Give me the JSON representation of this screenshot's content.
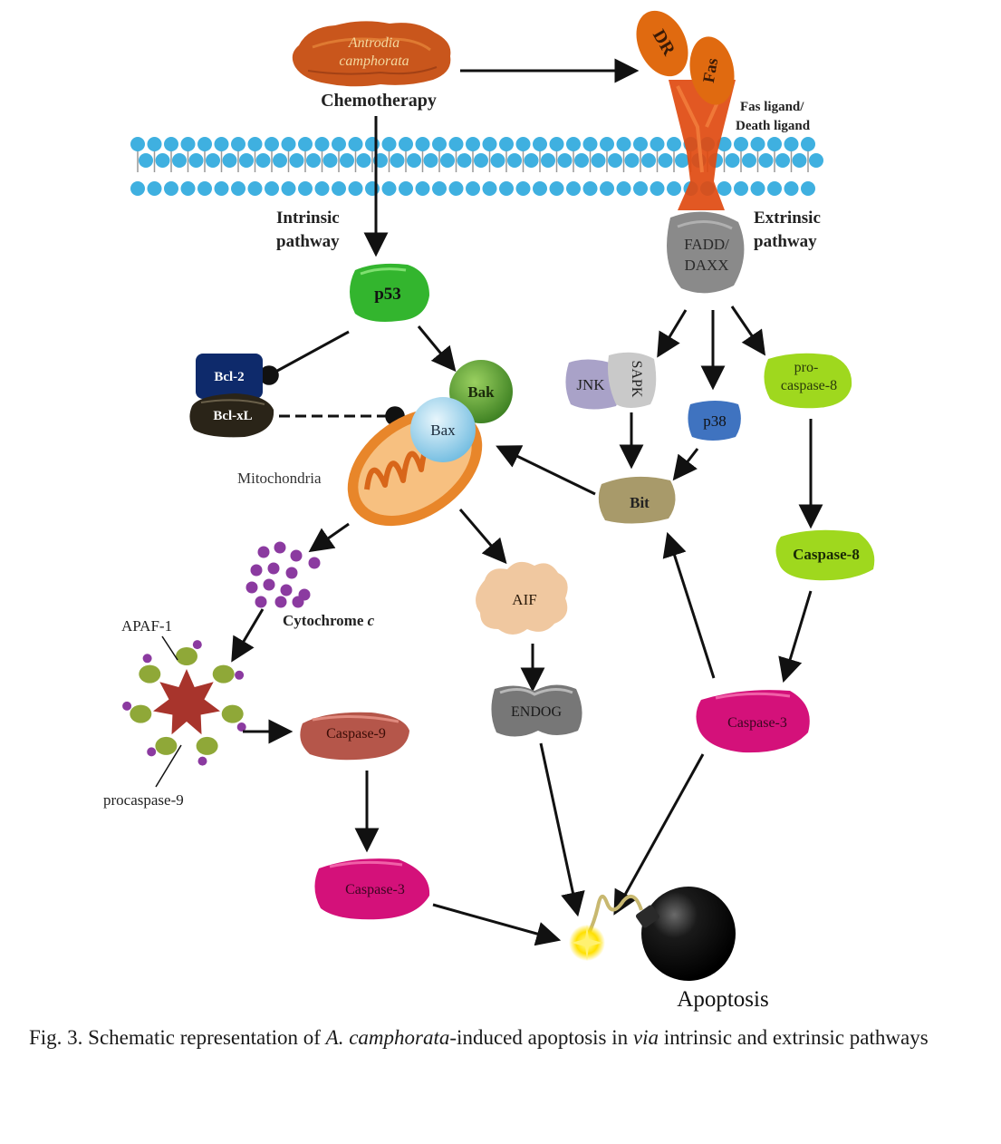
{
  "labels": {
    "antrodia_line1": "Antrodia",
    "antrodia_line2": "camphorata",
    "chemotherapy": "Chemotherapy",
    "dr": "DR",
    "fas": "Fas",
    "fas_ligand_line1": "Fas ligand/",
    "fas_ligand_line2": "Death ligand",
    "intrinsic_line1": "Intrinsic",
    "intrinsic_line2": "pathway",
    "extrinsic_line1": "Extrinsic",
    "extrinsic_line2": "pathway",
    "fadd_line1": "FADD/",
    "fadd_line2": "DAXX",
    "p53": "p53",
    "bcl2": "Bcl-2",
    "bclxl": "Bcl-xL",
    "bak": "Bak",
    "bax": "Bax",
    "mitochondria": "Mitochondria",
    "jnk": "JNK",
    "sapk": "SAPK",
    "p38": "p38",
    "procaspase8_line1": "pro-",
    "procaspase8_line2": "caspase-8",
    "bit": "Bit",
    "caspase8": "Caspase-8",
    "cytochrome": "Cytochrome",
    "cytochrome_c": "c",
    "aif": "AIF",
    "apaf1": "APAF-1",
    "procaspase9": "procaspase-9",
    "caspase9": "Caspase-9",
    "endog": "ENDOG",
    "caspase3_right": "Caspase-3",
    "caspase3_bottom": "Caspase-3",
    "apoptosis": "Apoptosis"
  },
  "caption": {
    "prefix": "Fig. 3. Schematic representation of ",
    "species": "A. camphorata",
    "middle": "-induced apoptosis in ",
    "via": "via",
    "suffix": " intrinsic and extrinsic pathways"
  },
  "colors": {
    "p53": "#33b52e",
    "bcl2": "#0e2a6b",
    "bclxl": "#2a2418",
    "bak": "#4e9a2c",
    "bax": "#8ccde8",
    "mitochondria": "#e8862a",
    "dr_fas": "#e06a10",
    "receptor": "#e04a10",
    "fadd": "#8a8a8a",
    "jnk": "#a9a2c8",
    "sapk": "#c9c9c9",
    "p38": "#3f73c0",
    "procaspase8": "#9fd81e",
    "caspase8": "#9fd81e",
    "bit": "#a89a6a",
    "aif": "#f0c8a0",
    "endog": "#777777",
    "caspase9": "#b5564a",
    "caspase3": "#d4117a",
    "membrane_head": "#3fb0e0",
    "cytochrome": "#8b3aa0",
    "apaf1_core": "#a8342c",
    "apaf1_arm": "#8fa838",
    "bomb": "#111111"
  }
}
